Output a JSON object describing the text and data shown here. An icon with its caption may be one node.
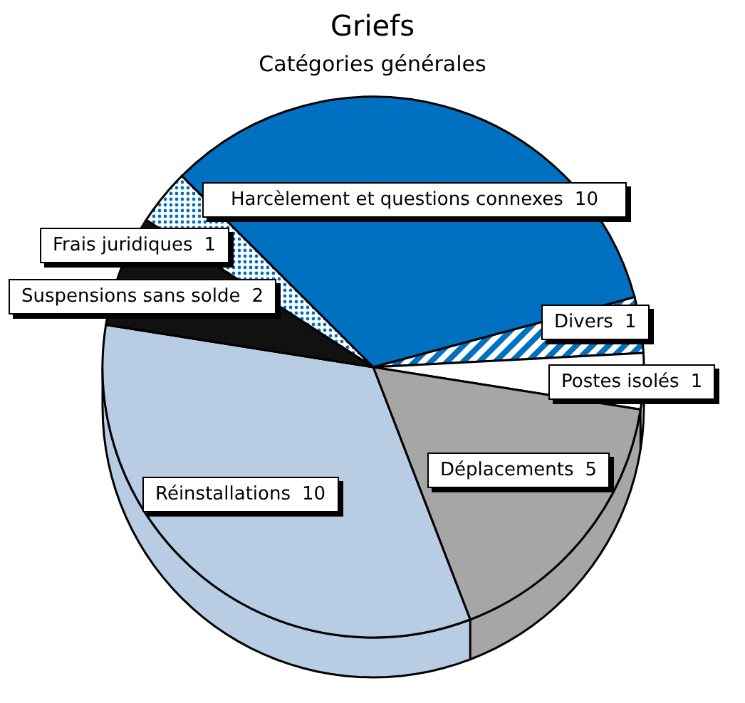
{
  "diagram": {
    "title": "Griefs",
    "chart_data": {
      "type": "pie",
      "title": "Catégories générales",
      "categories": [
        "Harcèlement et questions connexes",
        "Divers",
        "Postes isolés",
        "Déplacements",
        "Réinstallations",
        "Suspensions sans solde",
        "Frais juridiques"
      ],
      "values": [
        10,
        1,
        1,
        5,
        10,
        2,
        1
      ],
      "data_labels": true
    }
  }
}
